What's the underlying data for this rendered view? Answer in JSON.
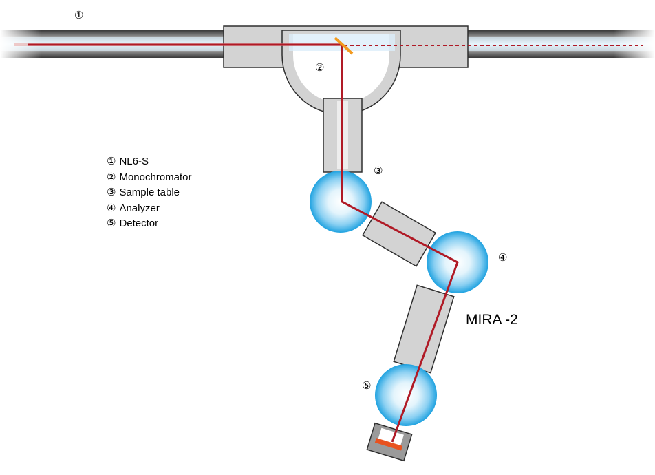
{
  "title": "MIRA -2",
  "markers": {
    "nl6s": "①",
    "monochromator": "②",
    "sample_table": "③",
    "analyzer": "④",
    "detector": "⑤"
  },
  "legend": [
    {
      "num": "①",
      "label": "NL6-S"
    },
    {
      "num": "②",
      "label": "Monochromator"
    },
    {
      "num": "③",
      "label": "Sample table"
    },
    {
      "num": "④",
      "label": "Analyzer"
    },
    {
      "num": "⑤",
      "label": "Detector"
    }
  ],
  "colors": {
    "beam": "#b01a26",
    "housing": "#d3d3d3",
    "outline": "#2e2e2e",
    "sphere": "#21a3e0",
    "crystal": "#f39a1e",
    "detector_plate": "#e8521f",
    "guide_glow": "#dceefa"
  }
}
